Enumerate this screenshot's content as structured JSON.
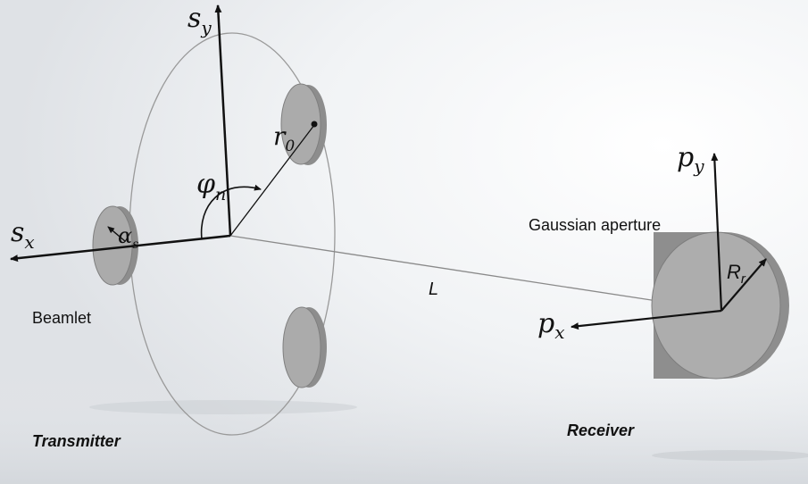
{
  "labels": {
    "sx_main": "s",
    "sx_sub": "x",
    "sy_main": "s",
    "sy_sub": "y",
    "px_main": "p",
    "px_sub": "x",
    "py_main": "p",
    "py_sub": "y",
    "r0_main": "r",
    "r0_sub": "0",
    "phi_main": "φ",
    "phi_sub": "n",
    "alpha_main": "α",
    "alpha_sub": "s",
    "rr_main": "R",
    "rr_sub": "r",
    "distance": "L",
    "beamlet": "Beamlet",
    "gaussian_aperture": "Gaussian aperture",
    "transmitter": "Transmitter",
    "receiver": "Receiver"
  },
  "colors": {
    "disk_face": "#a9a9a9",
    "disk_edge": "#8a8a8a",
    "orbit": "#9a9a9a",
    "axis": "#111111"
  }
}
